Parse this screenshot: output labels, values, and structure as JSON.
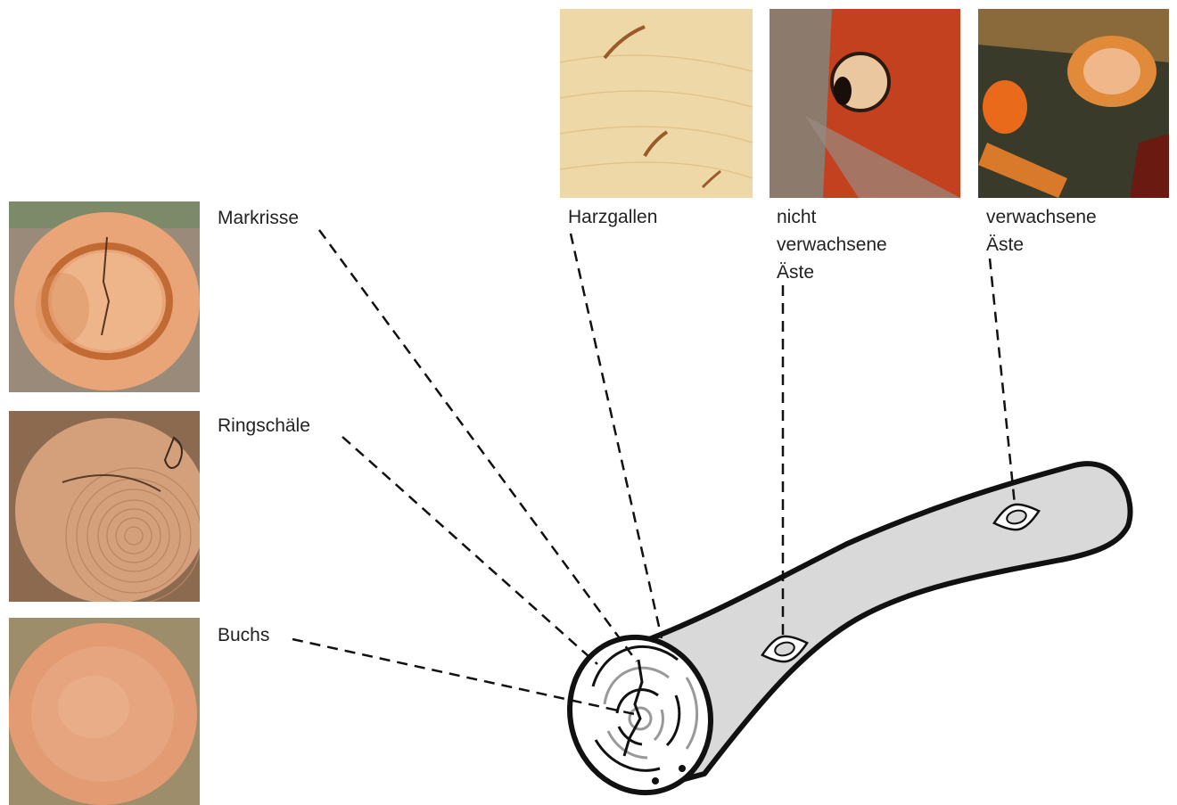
{
  "labels": {
    "markrisse": "Markrisse",
    "ringschaele": "Ringschäle",
    "buchs": "Buchs",
    "harzgallen": "Harzgallen",
    "nicht_verwachsene": [
      "nicht",
      "verwachsene",
      "Äste"
    ],
    "verwachsene": [
      "verwachsene",
      "Äste"
    ]
  },
  "photos": [
    {
      "name": "markrisse-photo",
      "depicts": "log end with heart crack"
    },
    {
      "name": "ringschaele-photo",
      "depicts": "log end with ring shake"
    },
    {
      "name": "buchs-photo",
      "depicts": "log end with compression wood"
    },
    {
      "name": "harzgallen-photo",
      "depicts": "wood surface with resin pockets"
    },
    {
      "name": "nicht-verwachsene-aeste-photo",
      "depicts": "loose dead knot"
    },
    {
      "name": "verwachsene-aeste-photo",
      "depicts": "intergrown live knot"
    }
  ],
  "colors": {
    "log_fill": "#d9d9d9",
    "line": "#111111"
  }
}
